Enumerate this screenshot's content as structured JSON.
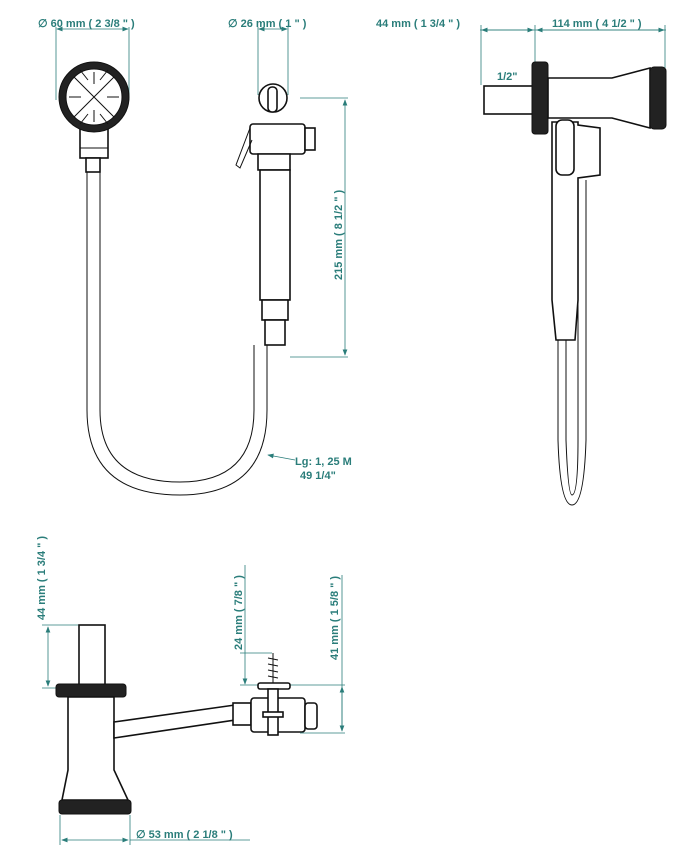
{
  "colors": {
    "dimension": "#2a7d7a",
    "outline": "#111111"
  },
  "front_view": {
    "head_diameter": "∅ 60 mm ( 2 3/8 \" )",
    "hook_diameter": "∅ 26 mm ( 1 \" )",
    "handle_length": "215 mm ( 8 1/2 \" )",
    "hose_length_metric": "Lg: 1, 25 M",
    "hose_length_imperial": "49 1/4\""
  },
  "side_view": {
    "pipe_length": "44 mm ( 1 3/4 \" )",
    "head_length": "114 mm ( 4 1/2 \" )",
    "thread": "1/2\""
  },
  "bottom_view": {
    "pipe_height": "44 mm ( 1 3/4 \" )",
    "screw_height": "24 mm ( 7/8 \" )",
    "valve_height": "41 mm ( 1 5/8 \" )",
    "base_diameter": "∅ 53 mm ( 2 1/8 \" )"
  }
}
